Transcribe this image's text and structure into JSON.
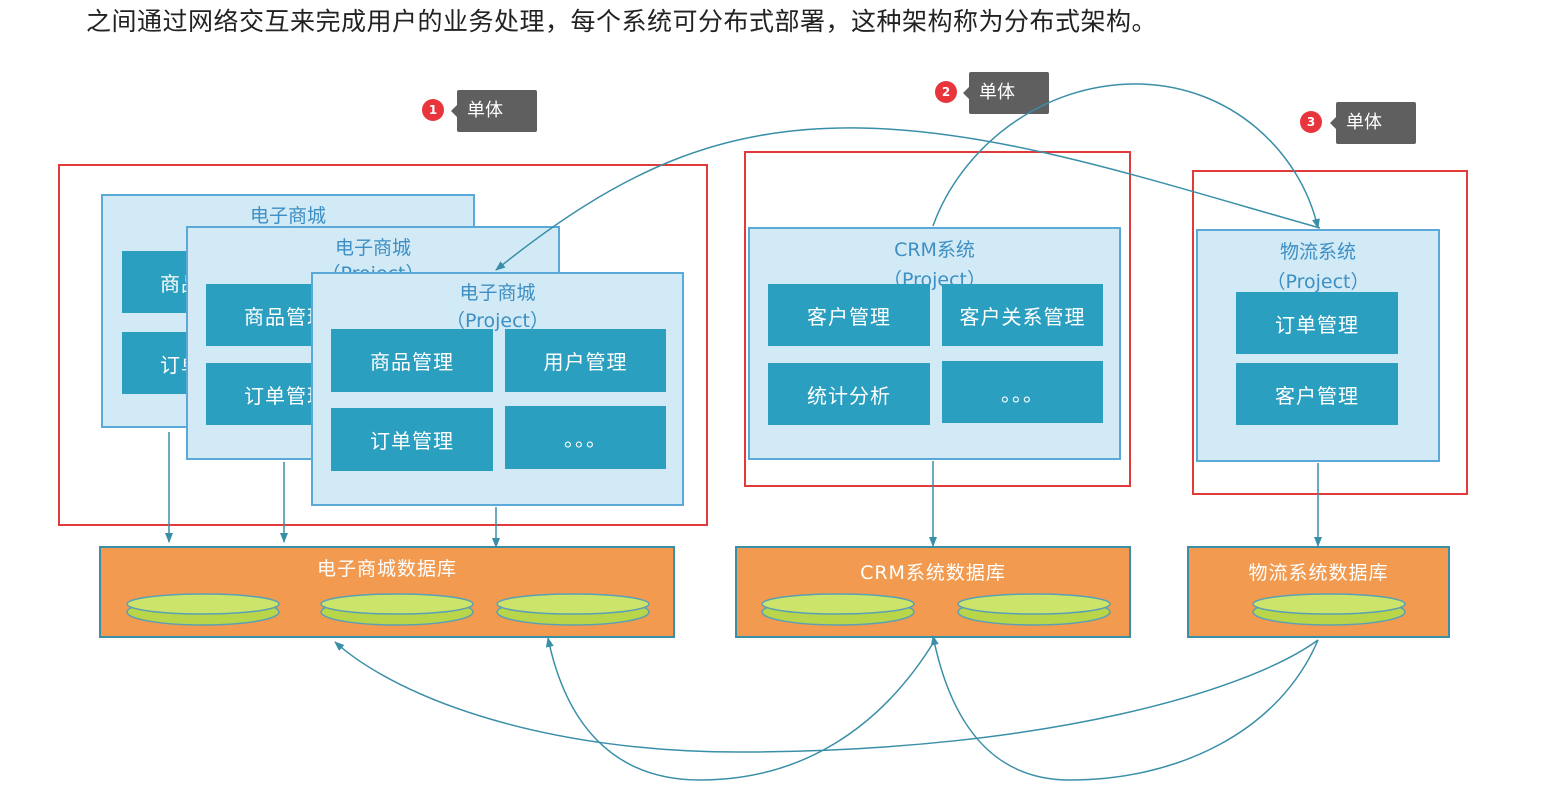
{
  "intro_text": "之间通过网络交互来完成用户的业务处理，每个系统可分布式部署，这种架构称为分布式架构。",
  "callouts": [
    {
      "number": "1",
      "label": "单体"
    },
    {
      "number": "2",
      "label": "单体"
    },
    {
      "number": "3",
      "label": "单体"
    }
  ],
  "ecommerce": {
    "title": "电子商城",
    "subtitle": "（Project）",
    "back_mods": [
      "商品管理",
      "订单管理"
    ],
    "mid_mods": [
      "商品管理",
      "订单管理"
    ],
    "front_mods": [
      "商品管理",
      "用户管理",
      "订单管理",
      "。。。"
    ]
  },
  "crm": {
    "title": "CRM系统",
    "subtitle": "（Project）",
    "mods": [
      "客户管理",
      "客户关系管理",
      "统计分析",
      "。。。"
    ]
  },
  "logistics": {
    "title": "物流系统",
    "subtitle": "（Project）",
    "mods": [
      "订单管理",
      "客户管理"
    ]
  },
  "databases": {
    "ecommerce": "电子商城数据库",
    "crm": "CRM系统数据库",
    "logistics": "物流系统数据库"
  },
  "colors": {
    "module": "#2b9fc0",
    "project_bg": "#d2eaf5",
    "project_border": "#5ba9d9",
    "database": "#f29b50",
    "disk": "#b9d54a",
    "redbox": "#e03a3a",
    "arrow": "#3a8fa8",
    "badge": "#e8343b",
    "tooltip": "#5f5f5f"
  }
}
